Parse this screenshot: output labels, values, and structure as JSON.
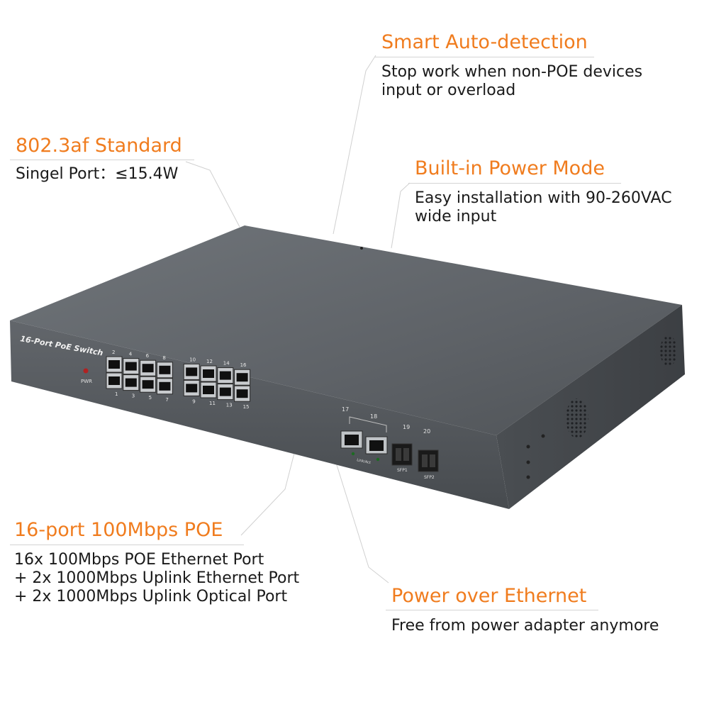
{
  "callouts": {
    "smart_auto_detection": {
      "title": "Smart Auto-detection",
      "lines": [
        "Stop work when non-POE devices",
        "input or overload"
      ]
    },
    "standard": {
      "title": "802.3af Standard",
      "lines": [
        "Singel Port：≤15.4W"
      ]
    },
    "power_mode": {
      "title": "Built-in Power Mode",
      "lines": [
        "Easy installation with 90-260VAC",
        "wide input"
      ]
    },
    "poe_ports": {
      "title": "16-port 100Mbps POE",
      "lines": [
        "16x 100Mbps POE Ethernet Port",
        "+ 2x 1000Mbps Uplink Ethernet Port",
        "+ 2x 1000Mbps Uplink Optical Port"
      ]
    },
    "poe": {
      "title": "Power over Ethernet",
      "lines": [
        "Free from power adapter anymore"
      ]
    }
  },
  "device": {
    "model_label": "16-Port PoE Switch",
    "power_label": "PWR",
    "port_numbers_top": [
      "2",
      "4",
      "6",
      "8",
      "10",
      "12",
      "14",
      "16"
    ],
    "port_numbers_bottom": [
      "1",
      "3",
      "5",
      "7",
      "9",
      "11",
      "13",
      "15"
    ],
    "uplink_numbers": [
      "17",
      "18",
      "19",
      "20"
    ],
    "uplink_labels": [
      "Link/Act",
      "SFP1",
      "SFP2"
    ]
  },
  "colors": {
    "accent": "#f07c1e",
    "body_text": "#1a1a1a",
    "chassis_top": "#5f6367",
    "chassis_front": "#52565a"
  }
}
